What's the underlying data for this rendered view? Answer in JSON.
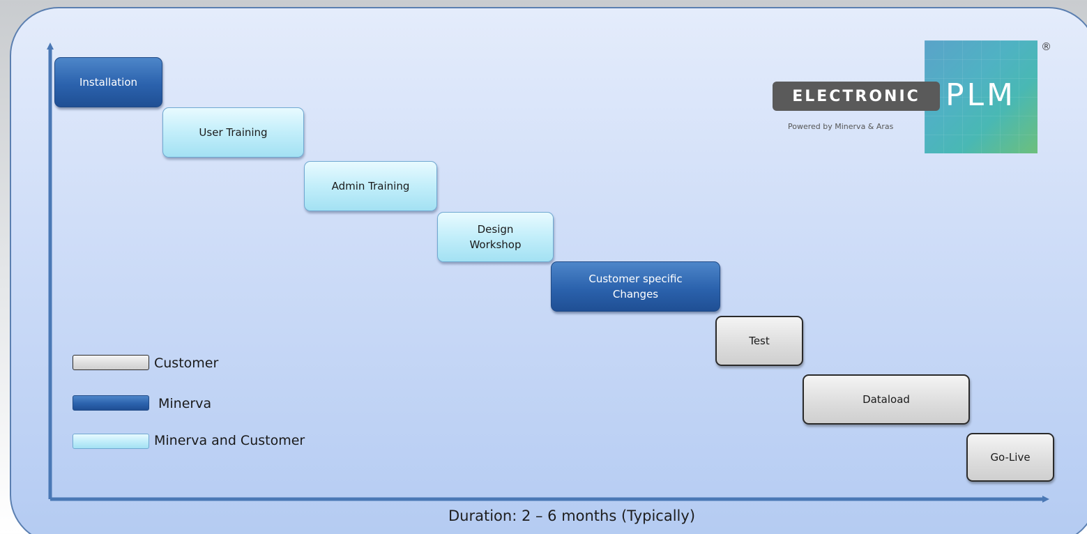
{
  "steps": [
    {
      "label": "Installation",
      "owner": "minerva"
    },
    {
      "label": "User Training",
      "owner": "both"
    },
    {
      "label": "Admin Training",
      "owner": "both"
    },
    {
      "label": "Design\nWorkshop",
      "owner": "both"
    },
    {
      "label": "Customer specific\nChanges",
      "owner": "minerva"
    },
    {
      "label": "Test",
      "owner": "customer"
    },
    {
      "label": "Dataload",
      "owner": "customer"
    },
    {
      "label": "Go-Live",
      "owner": "customer"
    }
  ],
  "legend": {
    "customer": "Customer",
    "minerva": "Minerva",
    "both": "Minerva and Customer"
  },
  "axis": {
    "x_label": "Duration: 2 – 6 months (Typically)"
  },
  "logo": {
    "word1": "ELECTRONIC",
    "word2": "PLM",
    "tagline": "Powered by Minerva & Aras",
    "registered": "®"
  },
  "colors": {
    "minerva": "#2b62ad",
    "both": "#c2eefa",
    "customer": "#dcdcdc",
    "axis": "#4a78b5"
  }
}
